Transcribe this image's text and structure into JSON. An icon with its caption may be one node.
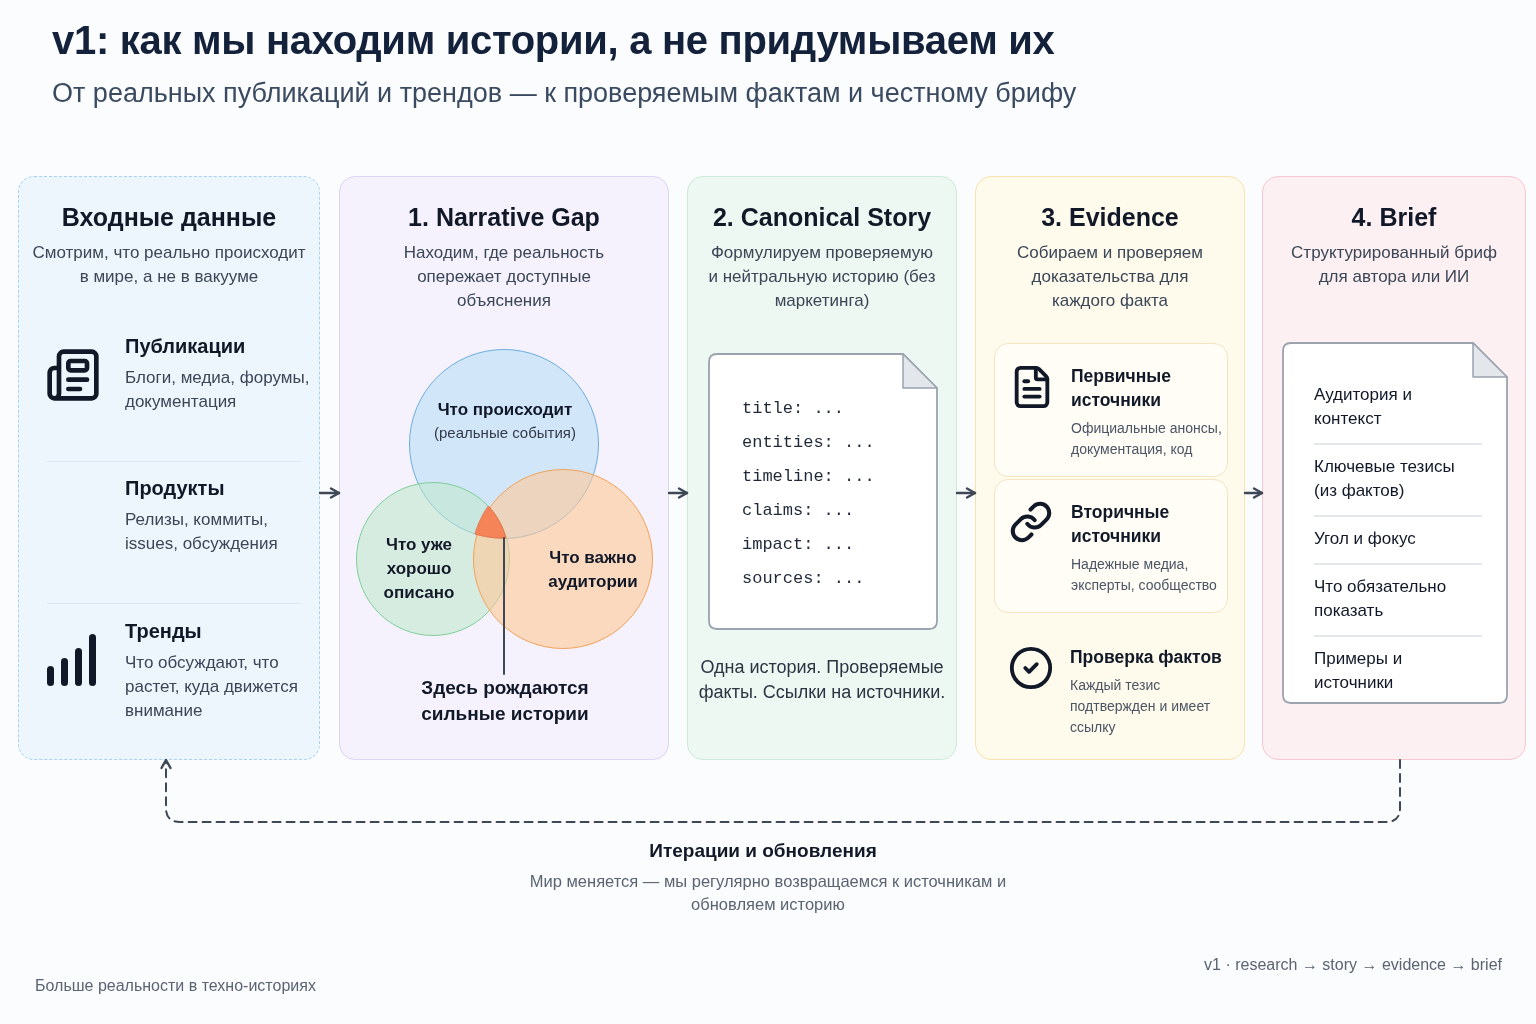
{
  "diagram": {
    "title": "v1: как мы находим истории, а не придумываем их",
    "nodes": [
      {
        "text": [
          "Входные данные",
          "Смотрим, что реально происходит в мире, а не в вакууме"
        ]
      },
      {
        "text": [
          "Публикации",
          "Блоги, медиа, форумы, документация"
        ],
        "in": 0
      },
      {
        "text": [
          "Продукты",
          "Релизы, коммиты, issues, обсуждения"
        ],
        "in": 0
      },
      {
        "text": [
          "Тренды",
          "Что обсуждают, что растет, куда движется внимание"
        ],
        "in": 0
      },
      {
        "text": [
          "1. Narrative Gap",
          "Находим, где реальность опережает доступные объяснения"
        ]
      },
      {
        "text": [
          "Что происходит",
          "(реальные события)"
        ],
        "in": 4
      },
      {
        "text": [
          "Что уже хорошо описано"
        ],
        "in": 4
      },
      {
        "text": [
          "Что важно аудитории"
        ],
        "in": 4
      },
      {
        "text": [
          "Здесь рождаются сильные истории"
        ],
        "in": 4
      },
      {
        "text": [
          "2. Canonical Story",
          "Формулируем проверяемую и нейтральную историю (без маркетинга)",
          "Одна история. Проверяемые факты. Ссылки на источники."
        ]
      },
      {
        "text": [
          "title: ...",
          "entities: ...",
          "timeline: ...",
          "claims: ...",
          "impact: ...",
          "sources: ..."
        ],
        "in": 9
      },
      {
        "text": [
          "3. Evidence",
          "Собираем и проверяем доказательства для каждого факта"
        ]
      },
      {
        "text": [
          "Первичные источники",
          "Официальные анонсы, документация, код"
        ],
        "in": 11
      },
      {
        "text": [
          "Вторичные источники",
          "Надежные медиа, эксперты, сообщество"
        ],
        "in": 11
      },
      {
        "text": [
          "Проверка фактов",
          "Каждый тезис подтвержден и имеет ссылку"
        ],
        "in": 11
      },
      {
        "text": [
          "4. Brief",
          "Структурированный бриф для автора или ИИ"
        ]
      },
      {
        "text": [
          "Аудитория и контекст",
          "Ключевые тезисы (из фактов)",
          "Угол и фокус",
          "Что обязательно показать",
          "Примеры и источники"
        ],
        "in": 15
      },
      {
        "text": [],
        "shape": "triangle"
      }
    ],
    "edges": [
      {
        "from": 0,
        "to": 4,
        "arrow": "to"
      },
      {
        "from": 4,
        "to": 9,
        "arrow": "to"
      },
      {
        "from": 9,
        "to": 11,
        "arrow": "to"
      },
      {
        "from": 11,
        "to": 15,
        "arrow": "to"
      },
      {
        "from": 15,
        "to": 0,
        "arrow": "to",
        "style": "dashed",
        "label": "Итерации и обновления"
      },
      {
        "from": 8,
        "to": 17,
        "arrow": "none"
      }
    ],
    "labels": [
      "От реальных публикаций и трендов — к проверяемым фактам и честному брифу",
      "Мир меняется — мы регулярно возвращаемся к источникам и обновляем историю",
      "Больше реальности в техно-историях",
      "v1 · research → story → evidence → brief"
    ]
  }
}
